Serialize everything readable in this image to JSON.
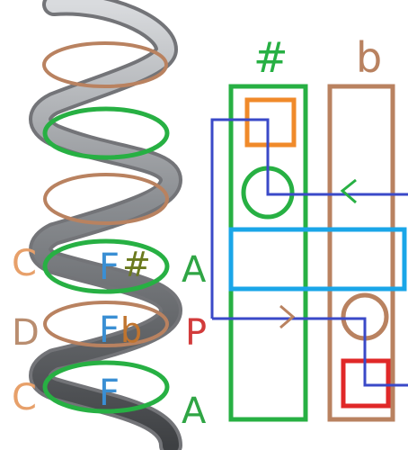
{
  "headers": {
    "sharp": "#",
    "flat": "b"
  },
  "left_letters": [
    {
      "key": "c_top",
      "text": "C",
      "color": "#e7a06a"
    },
    {
      "key": "d",
      "text": "D",
      "color": "#b98d6f"
    },
    {
      "key": "c_bot",
      "text": "C",
      "color": "#e7a06a"
    }
  ],
  "right_letters": [
    {
      "key": "a_top",
      "text": "A",
      "color": "#2fa544"
    },
    {
      "key": "p",
      "text": "P",
      "color": "#d23b3b"
    },
    {
      "key": "a_bot",
      "text": "A",
      "color": "#2fa544"
    }
  ],
  "coil_labels": {
    "f_sharp_f": "F",
    "f_sharp_acc": "#",
    "f_flat_f": "F",
    "f_flat_acc": "b",
    "f_bottom": "F"
  },
  "colors": {
    "green": "#27b043",
    "brown": "#b98260",
    "orange": "#f08a2a",
    "red": "#e02828",
    "cyan": "#1aa6e8",
    "blue": "#3a49c8",
    "f_blue": "#3a8fd4",
    "sharp_olive": "#6b7a1e",
    "flat_brown": "#c0742e",
    "spring_dark": "#4d4f52",
    "spring_light": "#c9cbce"
  }
}
